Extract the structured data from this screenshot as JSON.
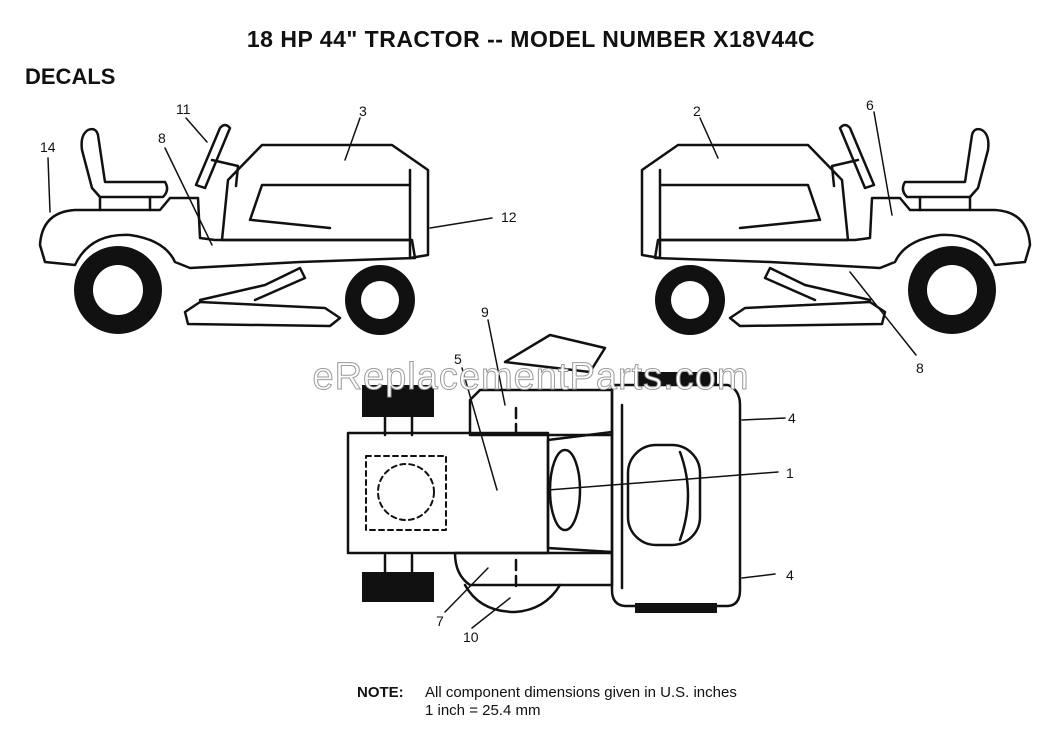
{
  "title": "18 HP 44\" TRACTOR -- MODEL NUMBER X18V44C",
  "section": "DECALS",
  "watermark": "eReplacementParts.com",
  "callouts": {
    "c14": "14",
    "c11": "11",
    "c8a": "8",
    "c3": "3",
    "c12": "12",
    "c2": "2",
    "c6": "6",
    "c8b": "8",
    "c9": "9",
    "c5": "5",
    "c4a": "4",
    "c1": "1",
    "c4b": "4",
    "c7": "7",
    "c10": "10"
  },
  "note": {
    "label": "NOTE:",
    "line1": "All component dimensions given in U.S. inches",
    "line2": "1 inch = 25.4 mm"
  }
}
